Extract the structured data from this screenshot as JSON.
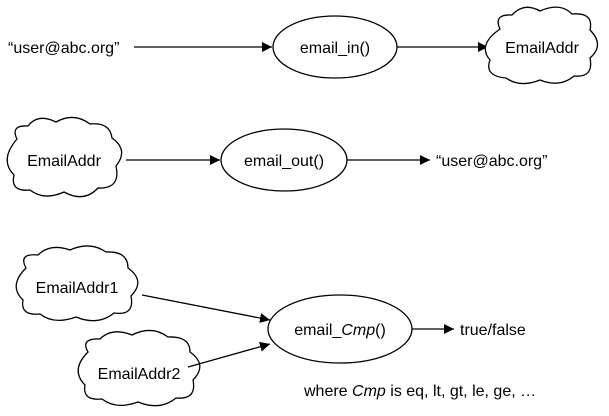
{
  "row1": {
    "input_text": "“user@abc.org”",
    "func": "email_in()",
    "output_cloud": "EmailAddr"
  },
  "row2": {
    "input_cloud": "EmailAddr",
    "func": "email_out()",
    "output_text": "“user@abc.org”"
  },
  "row3": {
    "input_cloud_1": "EmailAddr1",
    "input_cloud_2": "EmailAddr2",
    "func_prefix": "email_",
    "func_italic": "Cmp",
    "func_suffix": "()",
    "output_text": "true/false",
    "note_prefix": "where ",
    "note_italic": "Cmp",
    "note_suffix": " is eq, lt, gt, le, ge, …"
  }
}
